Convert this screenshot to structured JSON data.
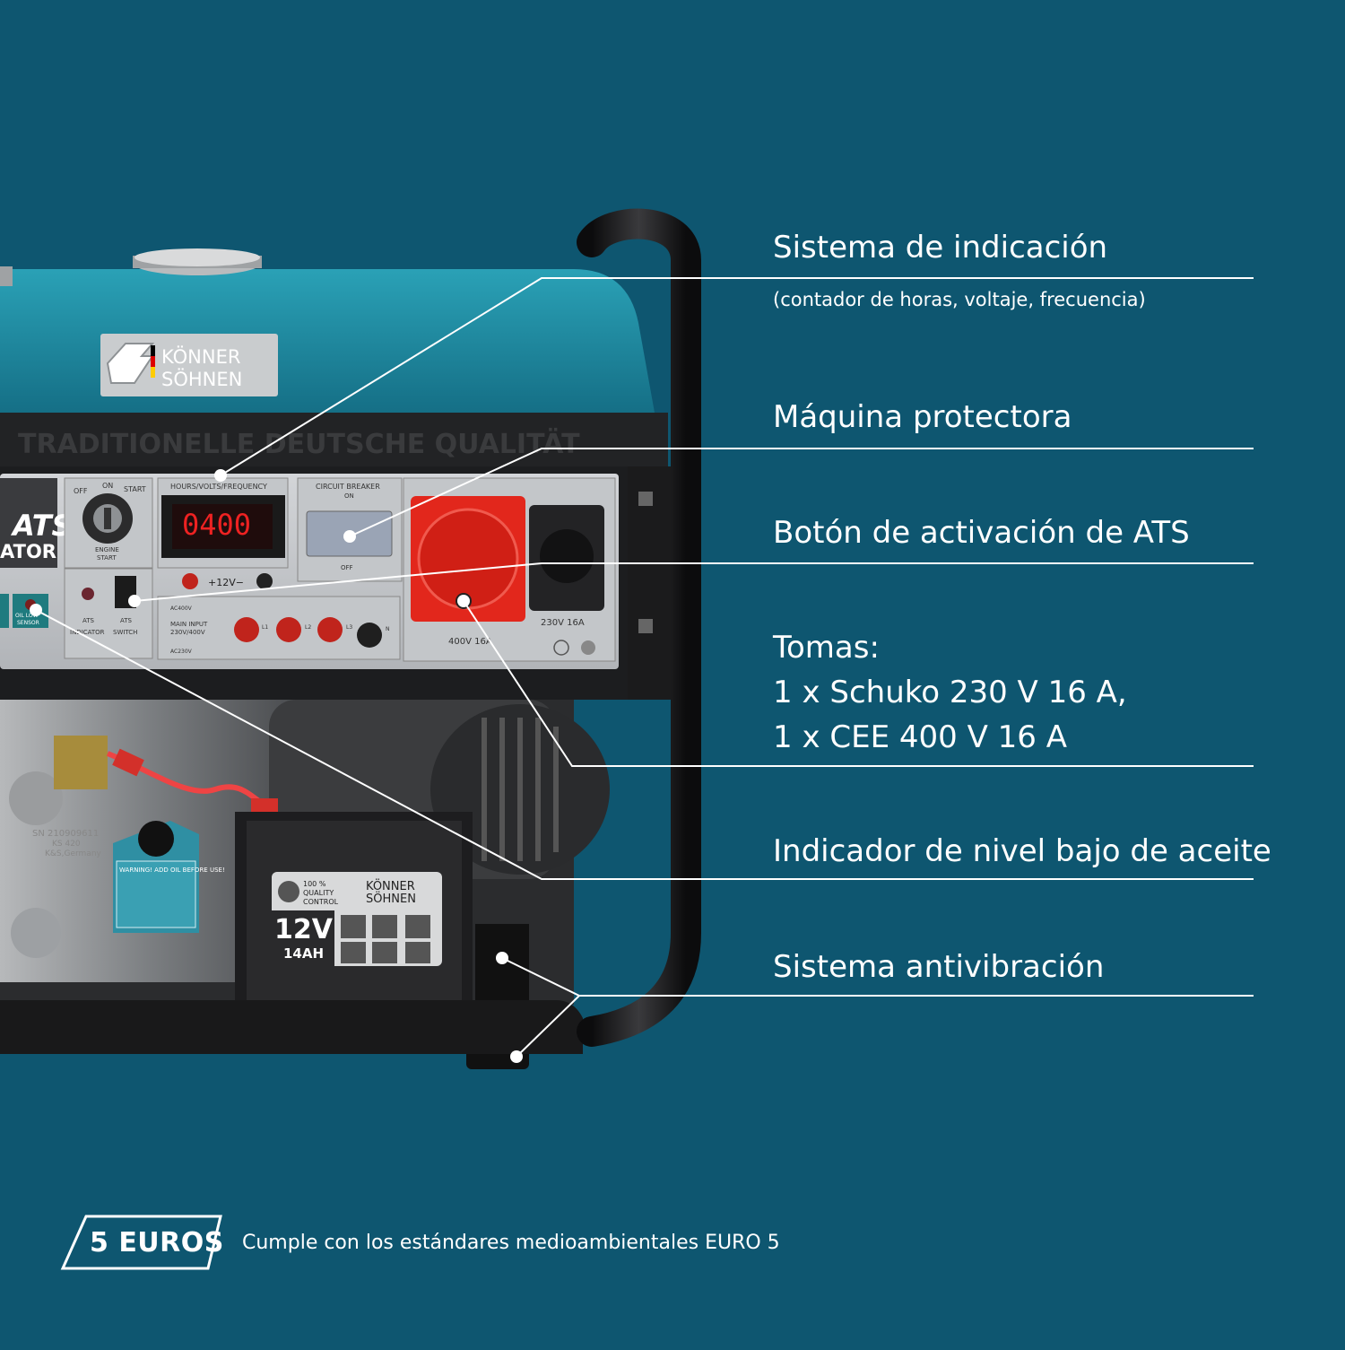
{
  "labels": {
    "indicacion": "Sistema de indicación",
    "indicacion_sub": "(contador de horas, voltaje, frecuencia)",
    "protectora": "Máquina protectora",
    "ats": "Botón de activación de ATS",
    "tomas_1": "Tomas:",
    "tomas_2": "1 x Schuko 230 V 16 A,",
    "tomas_3": "1 x CEE 400 V 16 A",
    "aceite": "Indicador de nivel bajo de aceite",
    "antivibracion": "Sistema antivibración"
  },
  "badge": {
    "text": "5 EUROS",
    "note": "Cumple con los estándares medioambientales EURO 5"
  },
  "generator": {
    "brand_top": "KÖNNER",
    "brand_bottom": "SÖHNEN",
    "brand_mark": "KS",
    "slogan": "TRADITIONELLE DEUTSCHE QUALITÄT",
    "ats_model": "ATS",
    "ats_model_sub": "ATOR",
    "switch_off": "OFF",
    "switch_on": "ON",
    "switch_start": "START",
    "engine_start": "ENGINE",
    "engine_start_2": "START",
    "meter_title": "HOURS/VOLTS/FREQUENCY",
    "meter_value": "0400",
    "dc_label": "+12V−",
    "breaker_title": "CIRCUIT BREAKER",
    "breaker_on": "ON",
    "breaker_off": "OFF",
    "ats_indicator": "ATS",
    "ats_indicator_2": "INDICATOR",
    "ats_switch": "ATS",
    "ats_switch_2": "SWITCH",
    "oil_sensor": "OIL LOW",
    "oil_sensor_2": "SENSOR",
    "main_input": "MAIN INPUT",
    "main_input_2": "230V/400V",
    "ac400": "AC400V",
    "ac230": "AC230V",
    "l1": "L1",
    "l2": "L2",
    "l3": "L3",
    "n": "N",
    "socket_cee": "400V 16A",
    "socket_schuko": "230V 16A",
    "battery_volt": "12V",
    "battery_ah": "14AH",
    "battery_qc": "100 %",
    "battery_qc_2": "QUALITY",
    "battery_qc_3": "CONTROL",
    "warning": "WARNING! ADD OIL BEFORE USE!",
    "sn": "SN 210909611",
    "ks420": "KS 420",
    "made": "K&S,Germany"
  },
  "colors": {
    "background": "#0e5670",
    "tank": "#1e8fa6",
    "frame": "#1b1b1d",
    "panel": "#c6c9cc",
    "cee_socket": "#e2271c",
    "callout": "#ffffff"
  }
}
